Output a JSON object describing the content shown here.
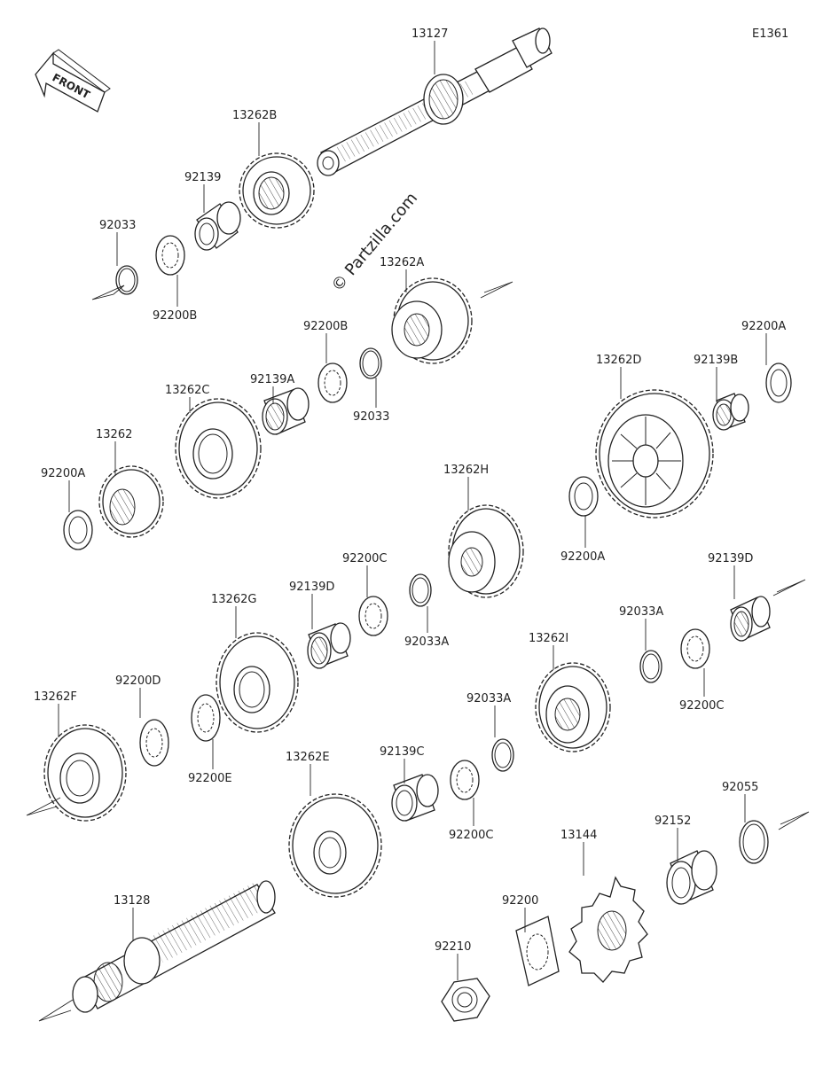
{
  "diagram": {
    "code": "E1361",
    "front_label": "FRONT",
    "watermark": "© Partzilla.com"
  },
  "parts": [
    {
      "id": "p13127",
      "label": "13127"
    },
    {
      "id": "p13262B",
      "label": "13262B"
    },
    {
      "id": "p92139_top",
      "label": "92139"
    },
    {
      "id": "p92033_top",
      "label": "92033"
    },
    {
      "id": "p92200B_top",
      "label": "92200B"
    },
    {
      "id": "p13262A",
      "label": "13262A"
    },
    {
      "id": "p92200B_mid",
      "label": "92200B"
    },
    {
      "id": "p92139A",
      "label": "92139A"
    },
    {
      "id": "p92033_mid",
      "label": "92033"
    },
    {
      "id": "p13262C",
      "label": "13262C"
    },
    {
      "id": "p13262",
      "label": "13262"
    },
    {
      "id": "p92200A_left",
      "label": "92200A"
    },
    {
      "id": "p13262D",
      "label": "13262D"
    },
    {
      "id": "p92139B",
      "label": "92139B"
    },
    {
      "id": "p92200A_right",
      "label": "92200A"
    },
    {
      "id": "p13262H",
      "label": "13262H"
    },
    {
      "id": "p92200A_center",
      "label": "92200A"
    },
    {
      "id": "p92200C_a",
      "label": "92200C"
    },
    {
      "id": "p92139D_a",
      "label": "92139D"
    },
    {
      "id": "p92033A_a",
      "label": "92033A"
    },
    {
      "id": "p13262G",
      "label": "13262G"
    },
    {
      "id": "p92139D_b",
      "label": "92139D"
    },
    {
      "id": "p92033A_b",
      "label": "92033A"
    },
    {
      "id": "p13262I",
      "label": "13262I"
    },
    {
      "id": "p92200C_b",
      "label": "92200C"
    },
    {
      "id": "p13262F",
      "label": "13262F"
    },
    {
      "id": "p92200D",
      "label": "92200D"
    },
    {
      "id": "p92200E",
      "label": "92200E"
    },
    {
      "id": "p92033A_c",
      "label": "92033A"
    },
    {
      "id": "p92139C",
      "label": "92139C"
    },
    {
      "id": "p92200C_c",
      "label": "92200C"
    },
    {
      "id": "p13262E",
      "label": "13262E"
    },
    {
      "id": "p92055",
      "label": "92055"
    },
    {
      "id": "p92152",
      "label": "92152"
    },
    {
      "id": "p13144",
      "label": "13144"
    },
    {
      "id": "p13128",
      "label": "13128"
    },
    {
      "id": "p92200",
      "label": "92200"
    },
    {
      "id": "p92210",
      "label": "92210"
    }
  ]
}
